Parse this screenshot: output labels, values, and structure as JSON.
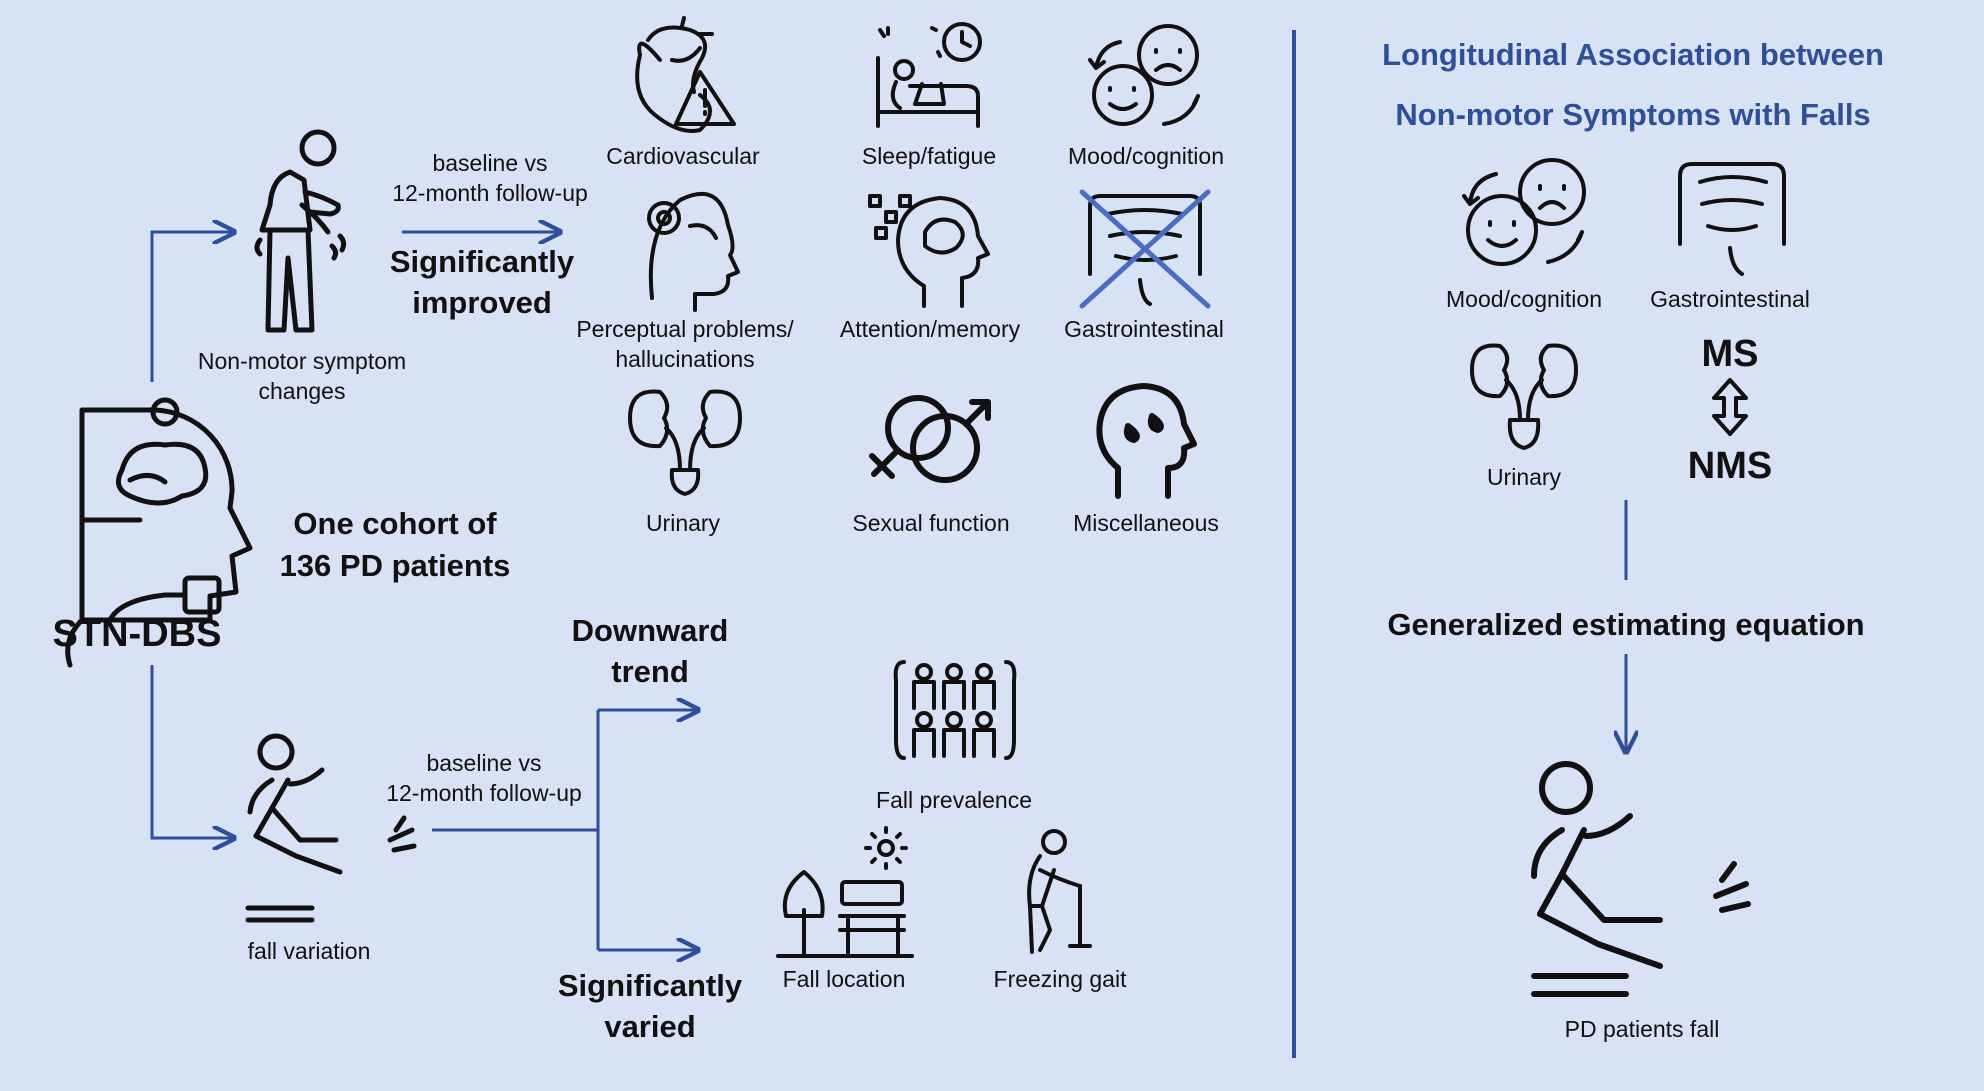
{
  "center": {
    "cohort_line1": "One cohort of",
    "cohort_line2": "136 PD patients",
    "device": "STN-DBS"
  },
  "upper_branch": {
    "subject_line1": "Non-motor symptom",
    "subject_line2": "changes",
    "comparison_line1": "baseline vs",
    "comparison_line2": "12-month follow-up",
    "result_line1": "Significantly",
    "result_line2": "improved",
    "domains": [
      {
        "label": "Cardiovascular",
        "icon": "heart-warning-icon"
      },
      {
        "label": "Sleep/fatigue",
        "icon": "sleep-bed-icon"
      },
      {
        "label": "Mood/cognition",
        "icon": "mood-faces-icon"
      },
      {
        "label": "Perceptual problems/",
        "label2": "hallucinations",
        "icon": "head-gear-icon"
      },
      {
        "label": "Attention/memory",
        "icon": "head-brain-icon"
      },
      {
        "label": "Gastrointestinal",
        "icon": "intestine-crossed-icon",
        "crossed": true
      },
      {
        "label": "Urinary",
        "icon": "kidney-icon"
      },
      {
        "label": "Sexual function",
        "icon": "gender-symbol-icon"
      },
      {
        "label": "Miscellaneous",
        "icon": "head-drops-icon"
      }
    ]
  },
  "lower_branch": {
    "subject": "fall variation",
    "comparison_line1": "baseline vs",
    "comparison_line2": "12-month follow-up",
    "trend_line1": "Downward",
    "trend_line2": "trend",
    "varied_line1": "Significantly",
    "varied_line2": "varied",
    "items": [
      {
        "label": "Fall prevalence",
        "icon": "crowd-icon"
      },
      {
        "label": "Fall location",
        "icon": "park-bench-icon"
      },
      {
        "label": "Freezing gait",
        "icon": "elderly-cane-icon"
      }
    ]
  },
  "right_panel": {
    "title_line1": "Longitudinal Association between",
    "title_line2": "Non-motor Symptoms with Falls",
    "items": [
      {
        "label": "Mood/cognition",
        "icon": "mood-faces-icon"
      },
      {
        "label": "Gastrointestinal",
        "icon": "intestine-icon"
      },
      {
        "label": "Urinary",
        "icon": "kidney-icon"
      }
    ],
    "ms": "MS",
    "nms": "NMS",
    "method": "Generalized estimating equation",
    "outcome": "PD patients fall"
  },
  "colors": {
    "background": "#d7e2f4",
    "arrow": "#2e4e9c",
    "title": "#2f4f9a",
    "icon": "#111111"
  }
}
